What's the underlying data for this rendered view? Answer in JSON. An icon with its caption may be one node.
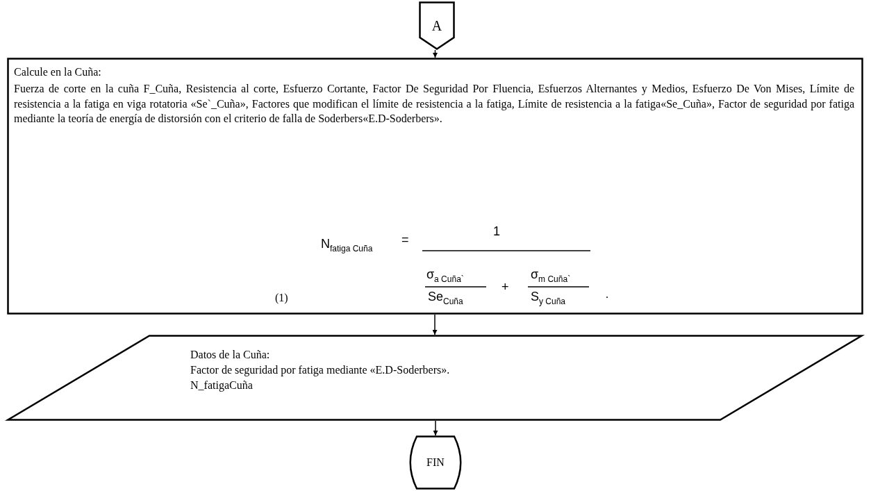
{
  "diagram": {
    "nodes": [
      {
        "text": [
          "A"
        ]
      },
      {
        "text": [
          "Calcule en la Cuña:",
          "Fuerza de corte en la cuña F_Cuña, Resistencia al corte, Esfuerzo Cortante, Factor De Seguridad Por Fluencia, Esfuerzos Alternantes y Medios, Esfuerzo De Von Mises, Límite de resistencia a la fatiga en viga rotatoria «Se`_Cuña», Factores que modifican el límite de resistencia a la fatiga, Límite de resistencia a la fatiga«Se_Cuña», Factor de seguridad por fatiga mediante la teoría de energía de distorsión con el criterio de falla de Soderbers«E.D-Soderbers».",
          "N$_{fatiga Cuña}$",
          "=",
          "1",
          "σ$_{a Cuña`}$",
          "Se$_{Cuña}$",
          "+",
          "σ$_{m Cuña`}$",
          "S$_{y Cuña}$",
          "(1)",
          "."
        ]
      },
      {
        "text": [
          "Datos de la Cuña:",
          "Factor de seguridad por fatiga mediante «E.D-Soderbers».",
          "N_fatigaCuña"
        ]
      },
      {
        "text": [
          "FIN"
        ]
      }
    ],
    "edges": [
      {
        "from": 0,
        "to": 1,
        "arrow": "to"
      },
      {
        "from": 1,
        "to": 2,
        "arrow": "to"
      },
      {
        "from": 2,
        "to": 3,
        "arrow": "to"
      }
    ]
  }
}
